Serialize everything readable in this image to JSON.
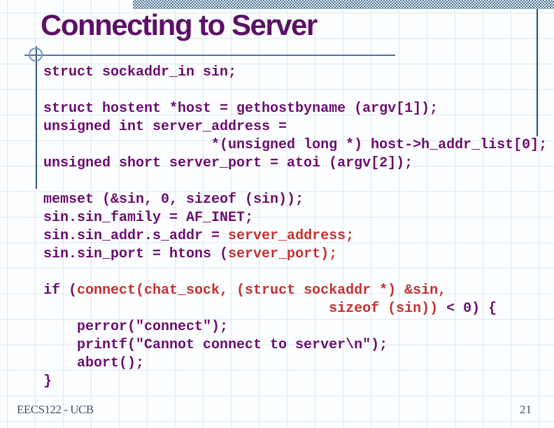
{
  "slide": {
    "title": "Connecting to Server",
    "footer_left": "EECS122 - UCB",
    "page_number": "21"
  },
  "decorations": {
    "top_bar_icon": "dithered-blue-bar",
    "circle_icon": "anchor-circle",
    "grid": "graph-paper-grid"
  },
  "colors": {
    "title_purple": "#5b1166",
    "code_purple": "#6a0d70",
    "code_red": "#c53030",
    "bar_blue": "#4a7296",
    "line_dark": "#2e4d68",
    "line_mid": "#3a6080",
    "line_accent": "#4a77a3",
    "circle_blue": "#7396ba",
    "footer_color": "#3f5468"
  },
  "code": {
    "lines": [
      [
        {
          "t": "struct sockaddr_in sin;"
        }
      ],
      [],
      [
        {
          "t": "struct hostent *host = gethostbyname (argv[1]);"
        }
      ],
      [
        {
          "t": "unsigned int server_address ="
        }
      ],
      [
        {
          "t": "                    *(unsigned long *) host->h_addr_list[0];"
        }
      ],
      [
        {
          "t": "unsigned short server_port = atoi (argv[2]);"
        }
      ],
      [],
      [
        {
          "t": "memset (&sin, 0, sizeof (sin));"
        }
      ],
      [
        {
          "t": "sin.sin_family = AF_INET;"
        }
      ],
      [
        {
          "t": "sin.sin_addr.s_addr = "
        },
        {
          "t": "server_address;",
          "hl": true
        }
      ],
      [
        {
          "t": "sin.sin_port = htons ("
        },
        {
          "t": "server_port",
          "hl": true
        },
        {
          "t": ");",
          "hl": true
        }
      ],
      [],
      [
        {
          "t": "if ("
        },
        {
          "t": "connect(chat_sock, (struct sockaddr *) &sin,",
          "hl": true
        }
      ],
      [
        {
          "t": "                                  "
        },
        {
          "t": "sizeof (sin))",
          "hl": true
        },
        {
          "t": " < 0) {"
        }
      ],
      [
        {
          "t": "    perror(\"connect\");"
        }
      ],
      [
        {
          "t": "    printf(\"Cannot connect to server\\n\");"
        }
      ],
      [
        {
          "t": "    abort();"
        }
      ],
      [
        {
          "t": "}"
        }
      ]
    ]
  }
}
